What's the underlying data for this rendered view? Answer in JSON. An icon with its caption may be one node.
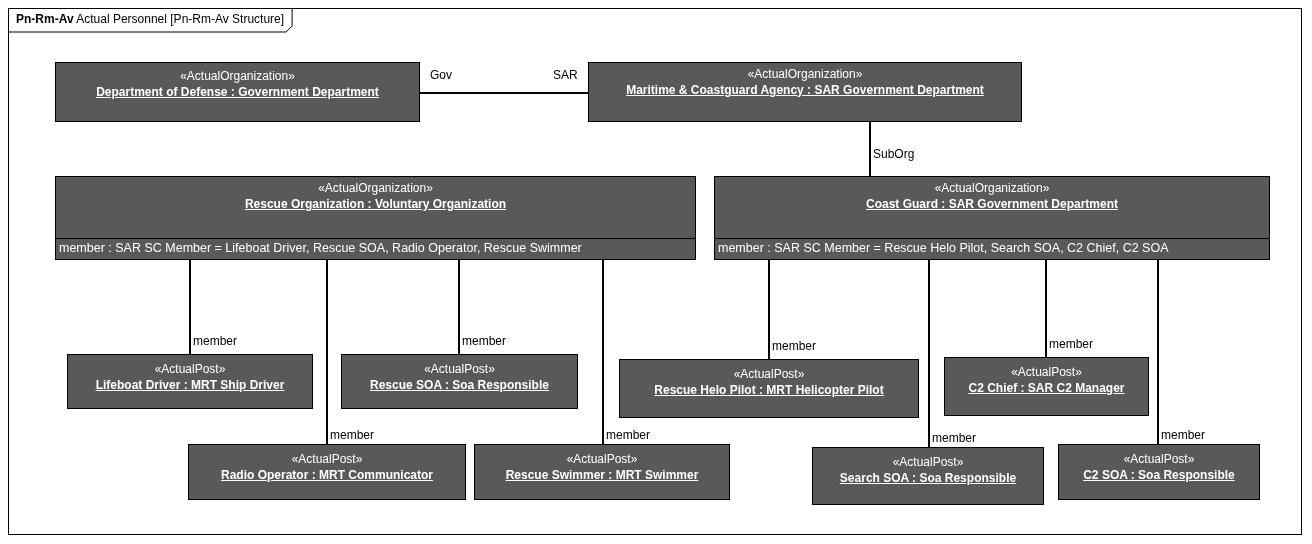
{
  "diagram": {
    "title": "**Pn-Rm-Av** Actual Personnel [Pn-Rm-Av Structure]",
    "nodes": [
      {
        "text": [
          "«ActualOrganization»",
          "Department of Defense : Government Department"
        ]
      },
      {
        "text": [
          "«ActualOrganization»",
          "Maritime & Coastguard Agency : SAR Government Department"
        ]
      },
      {
        "text": [
          "«ActualOrganization»",
          "Rescue Organization : Voluntary Organization",
          "member : SAR SC Member = Lifeboat Driver, Rescue SOA, Radio Operator, Rescue Swimmer"
        ]
      },
      {
        "text": [
          "«ActualOrganization»",
          "Coast Guard : SAR Government Department",
          "member : SAR SC Member = Rescue Helo Pilot, Search SOA, C2 Chief, C2 SOA"
        ]
      },
      {
        "text": [
          "«ActualPost»",
          "Lifeboat Driver : MRT Ship Driver"
        ]
      },
      {
        "text": [
          "«ActualPost»",
          "Rescue SOA : Soa Responsible"
        ]
      },
      {
        "text": [
          "«ActualPost»",
          "Rescue Helo Pilot : MRT Helicopter Pilot"
        ]
      },
      {
        "text": [
          "«ActualPost»",
          "C2 Chief : SAR C2 Manager"
        ]
      },
      {
        "text": [
          "«ActualPost»",
          "Radio Operator : MRT Communicator"
        ]
      },
      {
        "text": [
          "«ActualPost»",
          "Rescue Swimmer : MRT Swimmer"
        ]
      },
      {
        "text": [
          "«ActualPost»",
          "Search SOA : Soa Responsible"
        ]
      },
      {
        "text": [
          "«ActualPost»",
          "C2 SOA : Soa Responsible"
        ]
      }
    ],
    "edges": [
      {
        "from": 0,
        "to": 1,
        "arrow": "none"
      },
      {
        "from": 1,
        "to": 3,
        "arrow": "none",
        "label": "SubOrg"
      },
      {
        "from": 2,
        "to": 4,
        "arrow": "none",
        "label": "member"
      },
      {
        "from": 2,
        "to": 8,
        "arrow": "none",
        "label": "member"
      },
      {
        "from": 2,
        "to": 5,
        "arrow": "none",
        "label": "member"
      },
      {
        "from": 2,
        "to": 9,
        "arrow": "none",
        "label": "member"
      },
      {
        "from": 3,
        "to": 6,
        "arrow": "none",
        "label": "member"
      },
      {
        "from": 3,
        "to": 10,
        "arrow": "none",
        "label": "member"
      },
      {
        "from": 3,
        "to": 7,
        "arrow": "none",
        "label": "member"
      },
      {
        "from": 3,
        "to": 11,
        "arrow": "none",
        "label": "member"
      }
    ],
    "labels": [
      "Gov",
      "SAR"
    ]
  }
}
